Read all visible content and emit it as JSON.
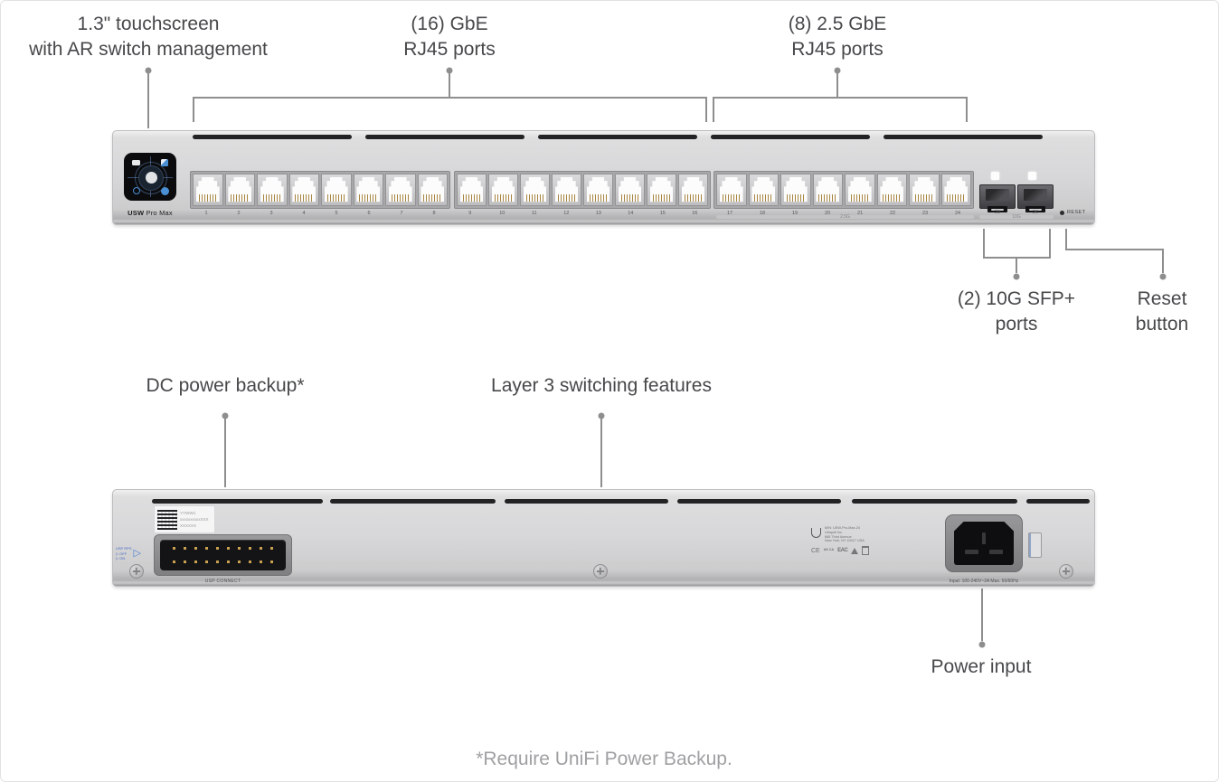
{
  "page": {
    "footnote": "*Require UniFi Power Backup.",
    "colors": {
      "label_text": "#47484a",
      "leader_line": "#8e8e8e",
      "footnote_text": "#9fa0a2",
      "chassis_silver": "#d6d6d8",
      "accent_blue": "#4a8fd4",
      "screen_black": "#0b0b0d"
    }
  },
  "callouts": {
    "touchscreen": {
      "lines": [
        "1.3\" touchscreen",
        "with AR switch management"
      ]
    },
    "gbe": {
      "lines": [
        "(16) GbE",
        "RJ45 ports"
      ]
    },
    "gbe25": {
      "lines": [
        "(8) 2.5 GbE",
        "RJ45 ports"
      ]
    },
    "sfp": {
      "lines": [
        "(2) 10G SFP+",
        "ports"
      ]
    },
    "reset": {
      "lines": [
        "Reset",
        "button"
      ]
    },
    "dc_backup": {
      "lines": [
        "DC power backup*"
      ]
    },
    "layer3": {
      "lines": [
        "Layer 3 switching features"
      ]
    },
    "power": {
      "lines": [
        "Power input"
      ]
    }
  },
  "front": {
    "model_bold": "USW",
    "model_rest": " Pro Max",
    "port_groups": [
      {
        "ports": [
          "1",
          "2",
          "3",
          "4",
          "5",
          "6",
          "7",
          "8"
        ]
      },
      {
        "ports": [
          "9",
          "10",
          "11",
          "12",
          "13",
          "14",
          "15",
          "16"
        ]
      },
      {
        "ports": [
          "17",
          "18",
          "19",
          "20",
          "21",
          "22",
          "23",
          "24"
        ],
        "speed_label": "2.5G"
      }
    ],
    "sfp": {
      "ports": [
        "25",
        "26"
      ],
      "speed_label": "10G"
    },
    "reset_label": "RESET"
  },
  "rear": {
    "qr_label": {
      "line1": "YYWWC",
      "line2": "xxxxxxxxxxXXX",
      "line3": "XXXXXX"
    },
    "usp_caption": "USP CONNECT",
    "rps": {
      "title": "USP RPS",
      "off": "OFF",
      "on": "ON",
      "triangle": "▷"
    },
    "regulatory": {
      "lines": [
        "M/N: USW-Pro-Max-24",
        "Ubiquiti Inc.",
        "685 Third Avenue",
        "New York, NY 10017 USA"
      ],
      "marks": [
        "CE",
        "UK CA",
        "EAC"
      ]
    },
    "inlet_caption": "Input: 100-240V~2A Max. 50/60Hz"
  }
}
